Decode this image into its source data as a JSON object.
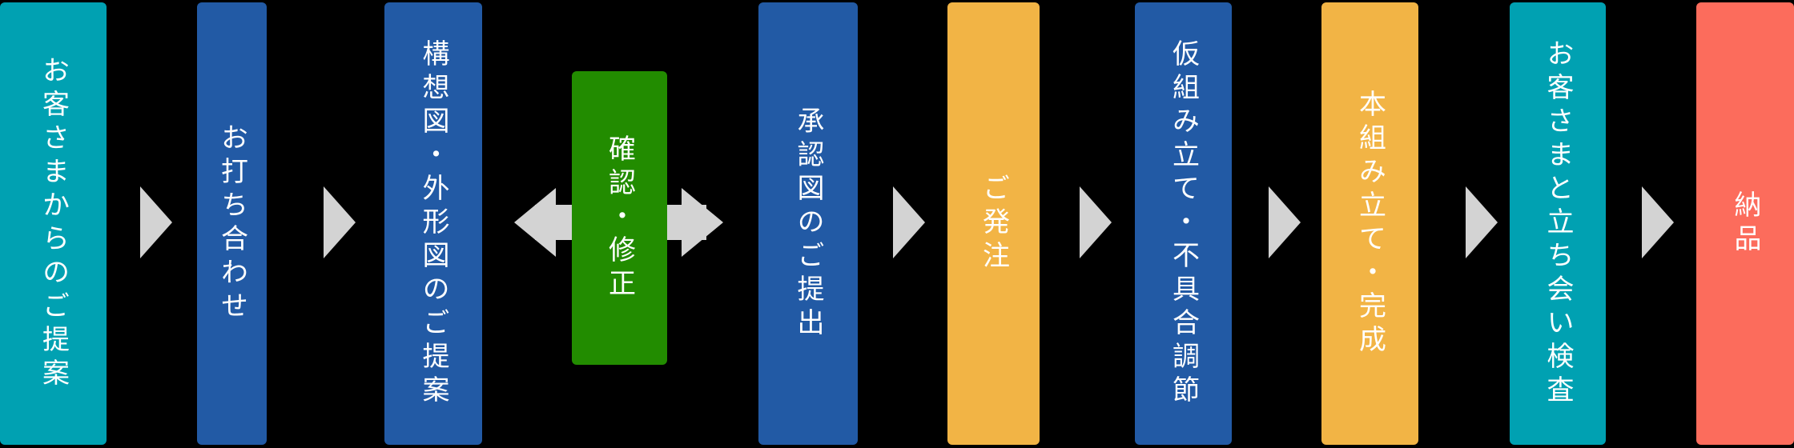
{
  "diagram": {
    "background": "#000000",
    "text_color": "#ffffff",
    "arrow_color": "#d3d3d3",
    "steps": [
      {
        "label": "お客さまからのご提案",
        "color": "#00a1b2"
      },
      {
        "label": "お打ち合わせ",
        "color": "#225aa5"
      },
      {
        "label": "構想図・外形図のご提案",
        "color": "#225aa5"
      },
      {
        "label": "確認・修正",
        "color": "#228c00"
      },
      {
        "label": "承認図のご提出",
        "color": "#225aa5"
      },
      {
        "label": "ご発注",
        "color": "#f2b445"
      },
      {
        "label": "仮組み立て・不具合調節",
        "color": "#225aa5"
      },
      {
        "label": "本組み立て・完成",
        "color": "#f2b445"
      },
      {
        "label": "お客さまと立ち会い検査",
        "color": "#00a1b2"
      },
      {
        "label": "納品",
        "color": "#fc6c5c"
      }
    ],
    "icons": {
      "forward_arrow": "arrow-right-icon",
      "bidirectional_arrow": "arrow-left-right-icon"
    }
  }
}
